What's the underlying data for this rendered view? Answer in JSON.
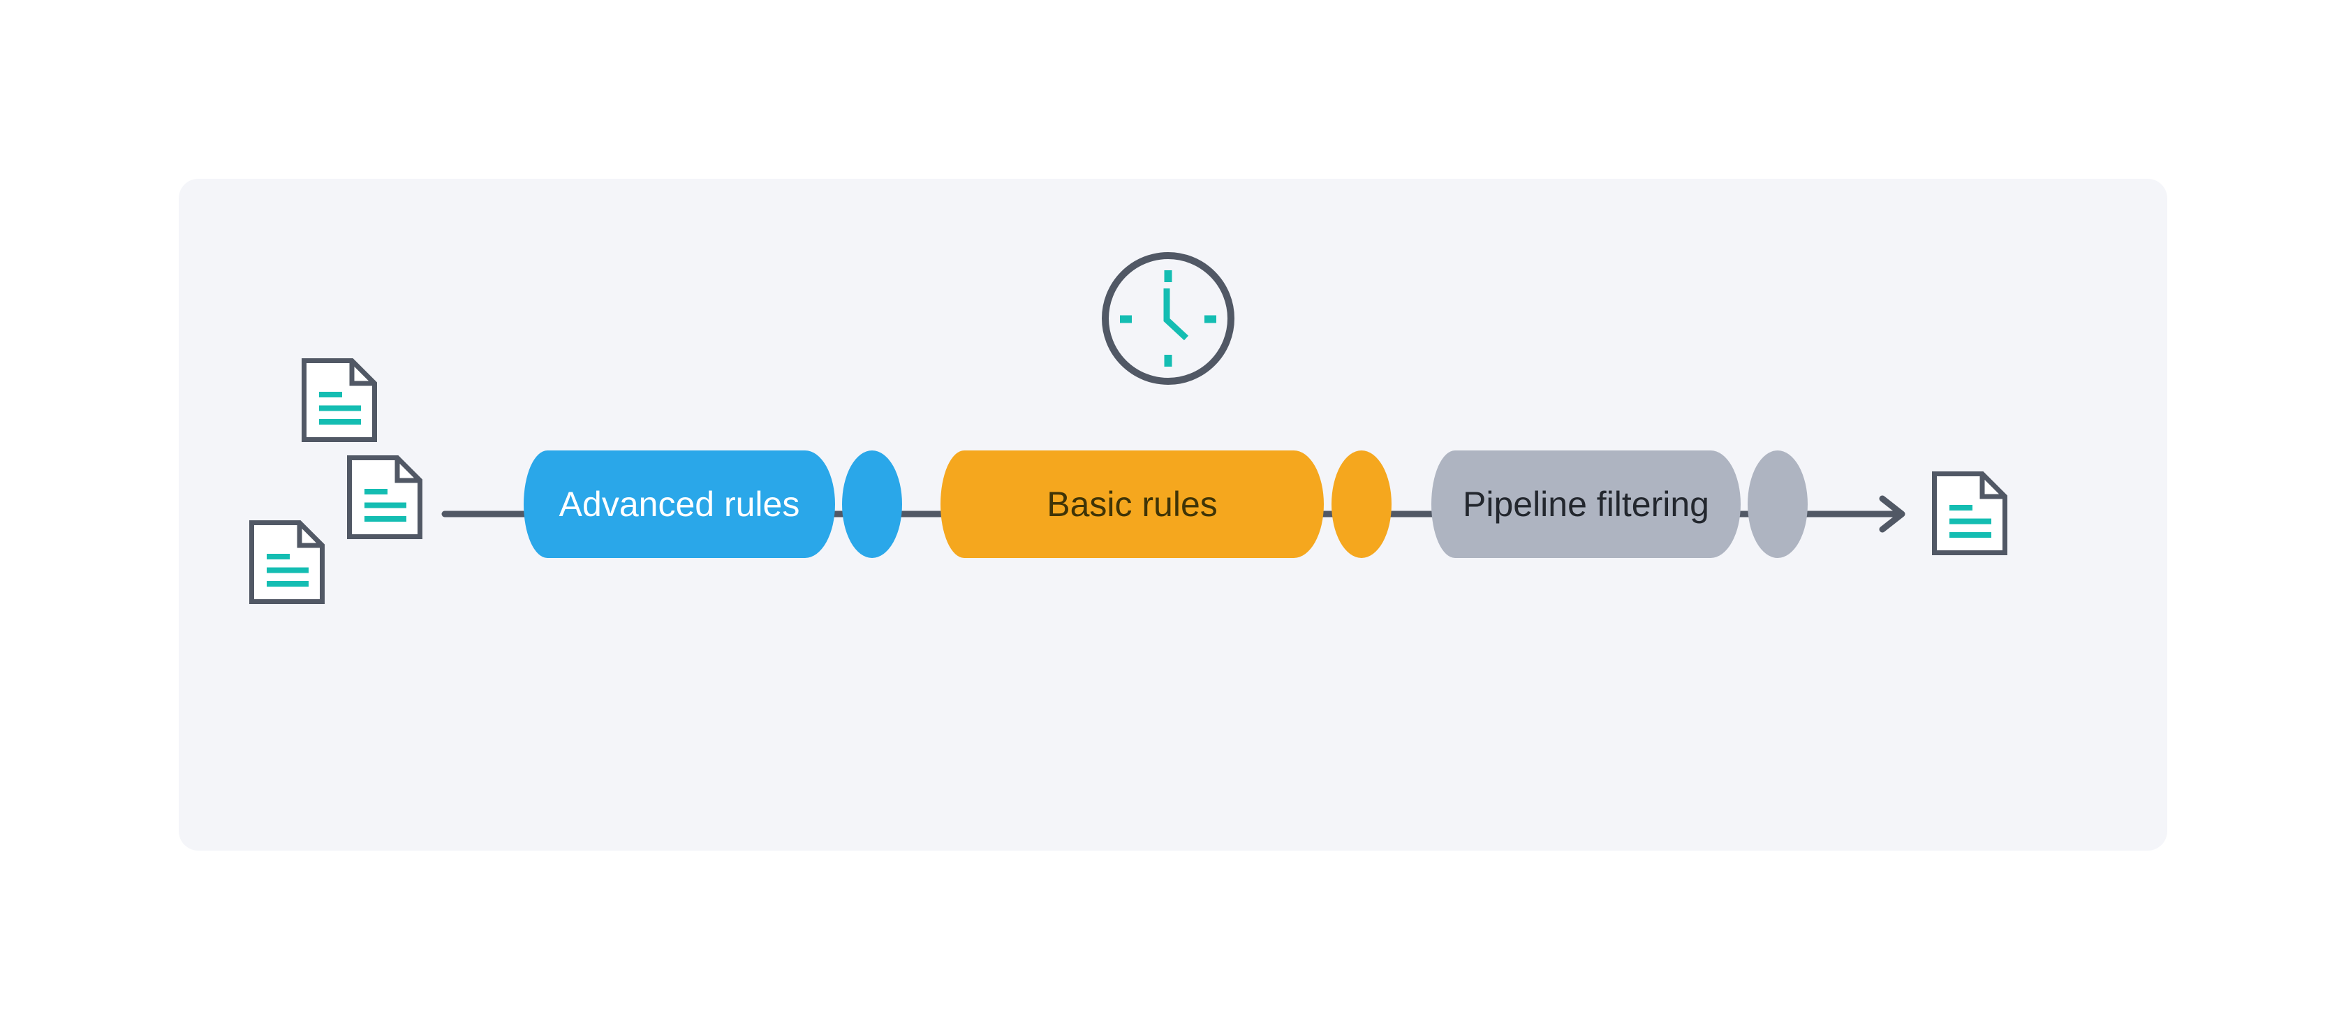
{
  "colors": {
    "page-bg": "#ffffff",
    "card-bg": "#f4f5f9",
    "outline": "#515865",
    "teal": "#14bdb2",
    "doc-fill": "#ffffff"
  },
  "diagram": {
    "stages": [
      {
        "label": "Advanced rules",
        "fill": "#2aa7e9",
        "text_color": "#ffffff"
      },
      {
        "label": "Basic rules",
        "fill": "#f5a71e",
        "text_color": "#3f3407"
      },
      {
        "label": "Pipeline filtering",
        "fill": "#aeb4c1",
        "text_color": "#23272e"
      }
    ],
    "icons": {
      "input_documents": [
        "document-icon",
        "document-icon",
        "document-icon"
      ],
      "output_document": "document-icon",
      "timer": "clock-icon"
    }
  }
}
